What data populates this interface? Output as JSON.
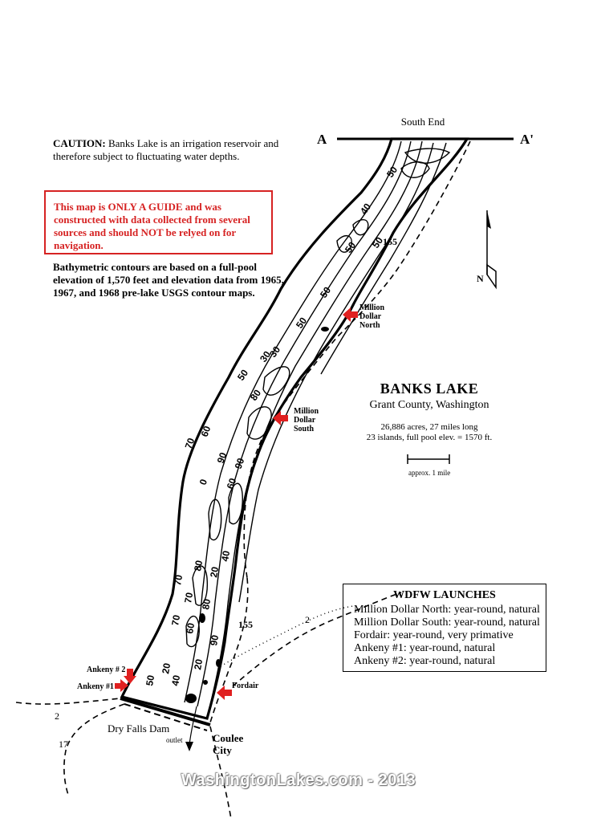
{
  "caution": {
    "label": "CAUTION:",
    "text": "Banks Lake is an irrigation reservoir and therefore subject to fluctuating water depths."
  },
  "guide_warning": "This map is ONLY A GUIDE and was constructed with data collected from several sources and should NOT be relyed on for navigation.",
  "bathymetry_note": "Bathymetric contours are based on a full-pool elevation of 1,570 feet and elevation data from 1965, 1967, and 1968 pre-lake USGS contour maps.",
  "section": {
    "label": "South End",
    "left": "A",
    "right": "A'"
  },
  "north_label": "N",
  "lake": {
    "name": "BANKS LAKE",
    "county": "Grant County, Washington",
    "stats_line1": "26,886 acres, 27 miles long",
    "stats_line2": "23 islands, full pool elev. = 1570 ft."
  },
  "scale_label": "approx. 1 mile",
  "launches_panel": {
    "title": "WDFW LAUNCHES",
    "items": [
      "Million Dollar North: year-round, natural",
      "Million Dollar South: year-round, natural",
      "Fordair: year-round, very primative",
      "Ankeny #1: year-round, natural",
      "Ankeny #2: year-round, natural"
    ]
  },
  "map_labels": {
    "md_north": [
      "Million",
      "Dollar",
      "North"
    ],
    "md_south": [
      "Million",
      "Dollar",
      "South"
    ],
    "fordair": "Fordair",
    "ankeny2": "Ankeny # 2",
    "ankeny1": "Ankeny #1",
    "dam": "Dry Falls Dam",
    "outlet": "outlet",
    "town": [
      "Coulee",
      "City"
    ]
  },
  "roads": {
    "r155_top": "155",
    "r155_bottom": "155",
    "r2_right": "2",
    "r2_left": "2",
    "r17": "17"
  },
  "contours": [
    "50",
    "40",
    "50",
    "50",
    "50",
    "50",
    "30",
    "50",
    "80",
    "30",
    "70",
    "60",
    "90",
    "60",
    "90",
    "0",
    "70",
    "80",
    "70",
    "20",
    "40",
    "80",
    "70",
    "60",
    "20",
    "40",
    "20",
    "50",
    "90"
  ],
  "watermark": "WashingtonLakes.com - 2013",
  "colors": {
    "warning": "#d62222",
    "launch_marker": "#e02020"
  }
}
